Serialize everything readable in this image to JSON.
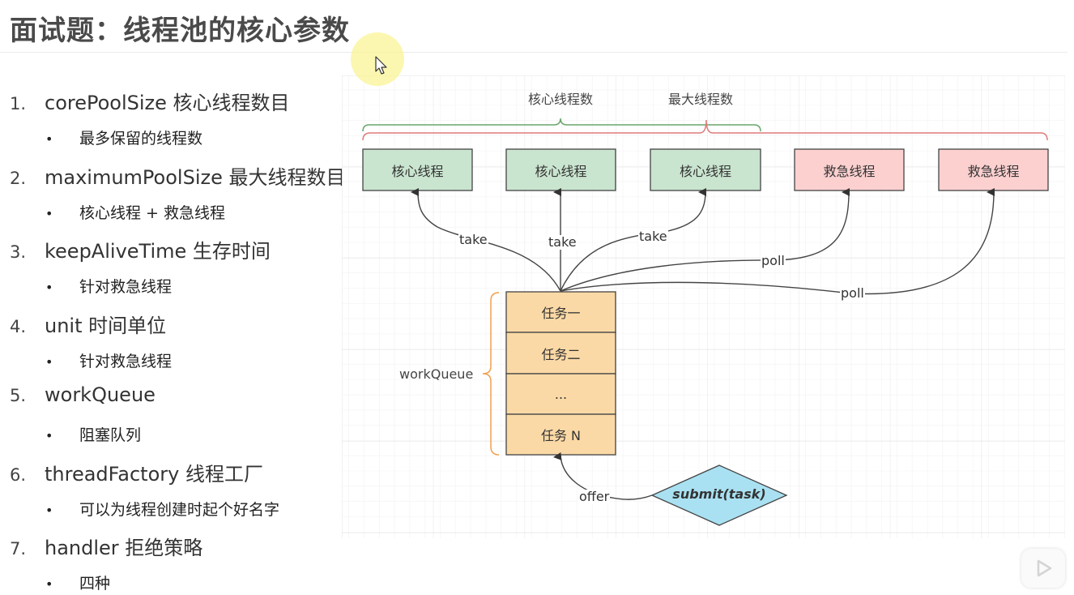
{
  "slide": {
    "title": "面试题：线程池的核心参数"
  },
  "outline": [
    {
      "num": "1.",
      "name": "corePoolSize 核心线程数目",
      "note": "最多保留的线程数"
    },
    {
      "num": "2.",
      "name": "maximumPoolSize 最大线程数目",
      "note": "核心线程 + 救急线程"
    },
    {
      "num": "3.",
      "name": "keepAliveTime 生存时间",
      "note": "针对救急线程"
    },
    {
      "num": "4.",
      "name": "unit 时间单位",
      "note": "针对救急线程"
    },
    {
      "num": "5.",
      "name": "workQueue",
      "note": "阻塞队列"
    },
    {
      "num": "6.",
      "name": "threadFactory 线程工厂",
      "note": "可以为线程创建时起个好名字"
    },
    {
      "num": "7.",
      "name": "handler 拒绝策略",
      "note": "四种"
    }
  ],
  "diagram": {
    "braces": {
      "core_label": "核心线程数",
      "max_label": "最大线程数"
    },
    "threads": [
      {
        "label": "核心线程",
        "kind": "core"
      },
      {
        "label": "核心线程",
        "kind": "core"
      },
      {
        "label": "核心线程",
        "kind": "core"
      },
      {
        "label": "救急线程",
        "kind": "emergency"
      },
      {
        "label": "救急线程",
        "kind": "emergency"
      }
    ],
    "edges": [
      {
        "label": "take",
        "to": 0
      },
      {
        "label": "take",
        "to": 1
      },
      {
        "label": "take",
        "to": 2
      },
      {
        "label": "poll",
        "to": 3
      },
      {
        "label": "poll",
        "to": 4
      }
    ],
    "queue": {
      "label": "workQueue",
      "tasks": [
        "任务一",
        "任务二",
        "...",
        "任务 N"
      ]
    },
    "submit": {
      "label": "submit(task)",
      "edge_label": "offer"
    },
    "colors": {
      "core_fill": "#c9e4cf",
      "emergency_fill": "#fdd0d0",
      "queue_fill": "#fbd9a6",
      "submit_fill": "#a9e1f2",
      "core_brace": "#6aa56a",
      "max_brace": "#e07a7a",
      "queue_brace": "#f0a050"
    }
  },
  "player": {
    "play_icon": "play-icon"
  }
}
